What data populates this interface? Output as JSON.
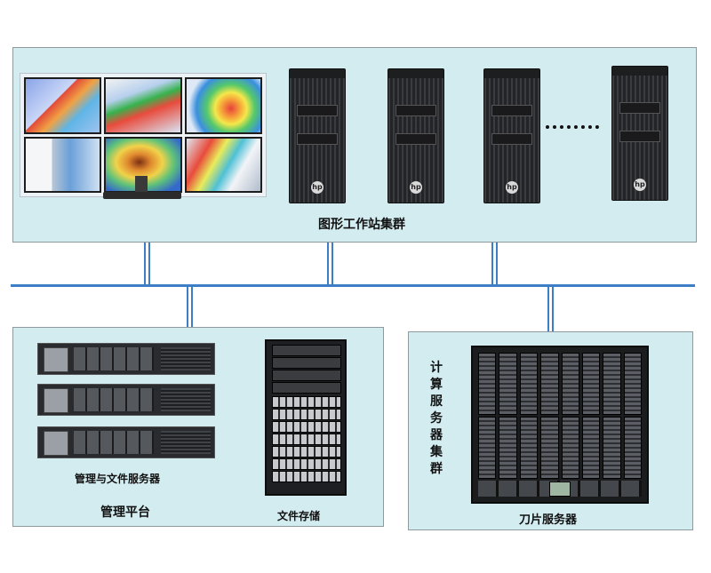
{
  "workstation_cluster": {
    "label": "图形工作站集群"
  },
  "management_platform": {
    "label": "管理平台",
    "servers_label": "管理与文件服务器",
    "storage_label": "文件存储"
  },
  "compute_cluster": {
    "label": "计算服务器集群",
    "label_chars": [
      "计",
      "算",
      "服",
      "务",
      "器",
      "集",
      "群"
    ],
    "blade_label": "刀片服务器"
  },
  "colors": {
    "panel": "#d3ecf0",
    "network": "#3c7fc7",
    "border": "#8f9a9e"
  }
}
